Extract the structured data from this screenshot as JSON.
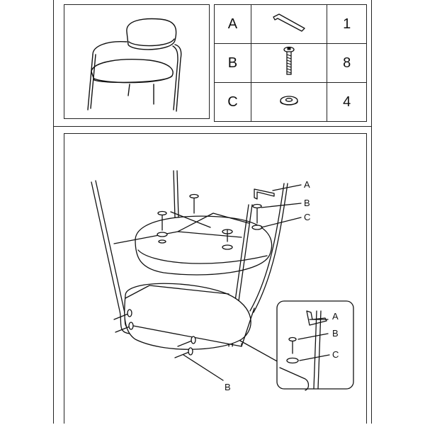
{
  "parts": [
    {
      "letter": "A",
      "icon": "allen-key-icon",
      "qty": "1"
    },
    {
      "letter": "B",
      "icon": "bolt-icon",
      "qty": "8"
    },
    {
      "letter": "C",
      "icon": "washer-icon",
      "qty": "4"
    }
  ],
  "assembly_callouts": {
    "main": {
      "a": "A",
      "b": "B",
      "c": "C"
    },
    "bottom": {
      "b": "B"
    },
    "detail": {
      "a": "A",
      "b": "B",
      "c": "C"
    }
  }
}
